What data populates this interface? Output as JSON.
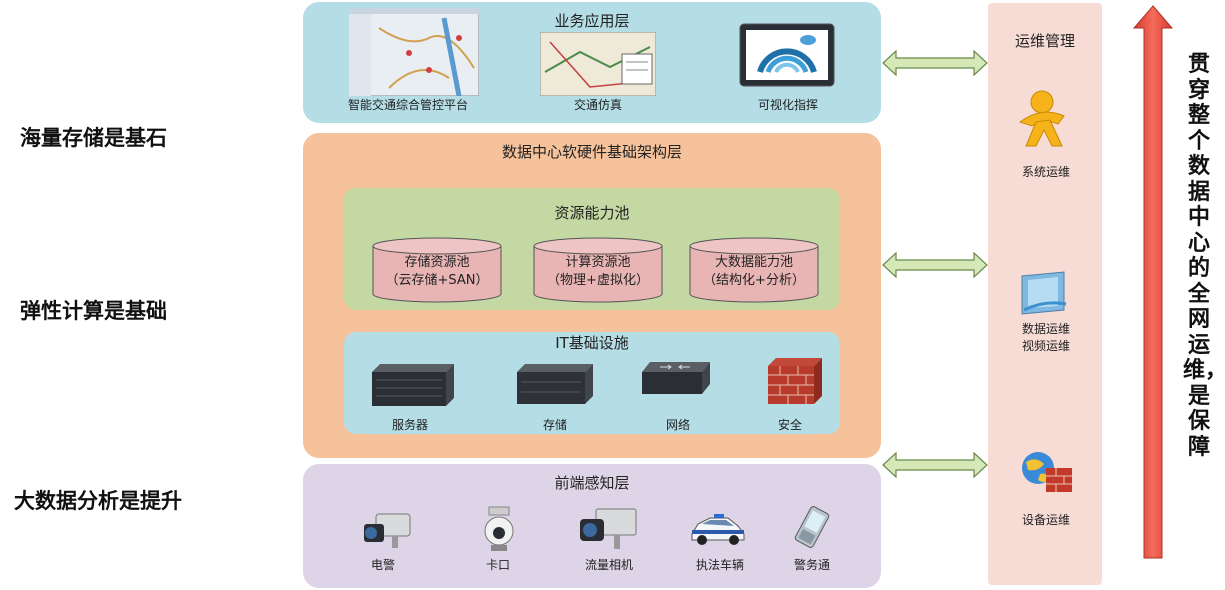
{
  "left_labels": [
    "海量存储是基石",
    "弹性计算是基础",
    "大数据分析是提升"
  ],
  "app_layer": {
    "title": "业务应用层",
    "items": [
      {
        "label": "智能交通综合管控平台",
        "icon": "map-screenshot-icon"
      },
      {
        "label": "交通仿真",
        "icon": "traffic-map-icon"
      },
      {
        "label": "可视化指挥",
        "icon": "monitor-icon"
      }
    ]
  },
  "infra_layer": {
    "title": "数据中心软硬件基础架构层",
    "resource_pool": {
      "title": "资源能力池",
      "cylinders": [
        {
          "line1": "存储资源池",
          "line2": "（云存储+SAN）"
        },
        {
          "line1": "计算资源池",
          "line2": "（物理+虚拟化）"
        },
        {
          "line1": "大数据能力池",
          "line2": "（结构化+分析）"
        }
      ]
    },
    "it_infra": {
      "title": "IT基础设施",
      "items": [
        {
          "label": "服务器",
          "icon": "server-icon"
        },
        {
          "label": "存储",
          "icon": "storage-icon"
        },
        {
          "label": "网络",
          "icon": "network-switch-icon"
        },
        {
          "label": "安全",
          "icon": "firewall-icon"
        }
      ]
    }
  },
  "sense_layer": {
    "title": "前端感知层",
    "items": [
      {
        "label": "电警",
        "icon": "camera-icon"
      },
      {
        "label": "卡口",
        "icon": "dome-camera-icon"
      },
      {
        "label": "流量相机",
        "icon": "box-camera-icon"
      },
      {
        "label": "执法车辆",
        "icon": "police-car-icon"
      },
      {
        "label": "警务通",
        "icon": "handheld-icon"
      }
    ]
  },
  "ops_panel": {
    "title": "运维管理",
    "items": [
      {
        "label": "系统运维",
        "icon": "person-icon"
      },
      {
        "label": "数据运维\n视频运维",
        "label_lines": [
          "数据运维",
          "视频运维"
        ],
        "icon": "windows-icon"
      },
      {
        "label": "设备运维",
        "icon": "globe-firewall-icon"
      }
    ]
  },
  "vertical_banner": "贯穿整个数据中心的全网运维，是保障",
  "colors": {
    "app_layer": "#b4dde6",
    "infra_layer": "#f5c29b",
    "resource_pool": "#c3d8a2",
    "sense_layer": "#ddd5e7",
    "ops_panel": "#f7dcd6",
    "cylinder": "#e8b4b4",
    "arrow_fill": "#d4e8b8",
    "arrow_stroke": "#6a8a4a",
    "banner_arrow": "#e8554a"
  }
}
